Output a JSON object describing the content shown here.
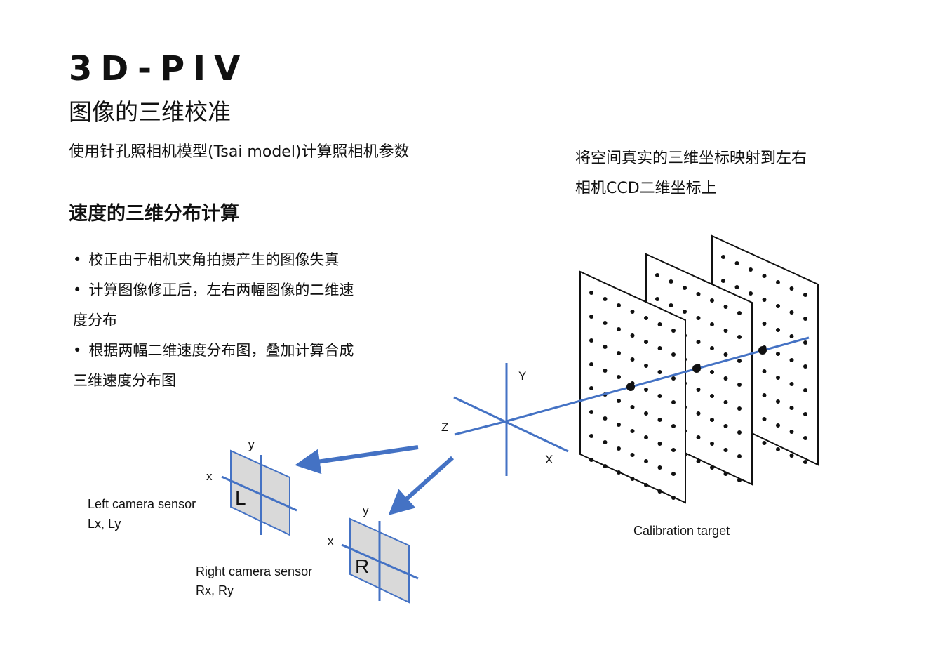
{
  "header": {
    "title": "3D-PIV",
    "subtitle": "图像的三维校准",
    "intro": "使用针孔照相机模型(Tsai model)计算照相机参数"
  },
  "mapping": {
    "line1": "将空间真实的三维坐标映射到左右",
    "line2": "相机CCD二维坐标上"
  },
  "section": {
    "heading": "速度的三维分布计算",
    "bullets": [
      "校正由于相机夹角拍摄产生的图像失真",
      "计算图像修正后，左右两幅图像的二维速度分布",
      "根据两幅二维速度分布图，叠加计算合成三维速度分布图"
    ]
  },
  "diagram": {
    "axes": {
      "x": "X",
      "y": "Y",
      "z": "Z"
    },
    "calibration_label": "Calibration target",
    "left_sensor": {
      "letter": "L",
      "axis_x": "x",
      "axis_y": "y",
      "name": "Left camera sensor",
      "coords": "Lx, Ly"
    },
    "right_sensor": {
      "letter": "R",
      "axis_x": "x",
      "axis_y": "y",
      "name": "Right camera sensor",
      "coords": "Rx, Ry"
    },
    "colors": {
      "accent": "#4472c4",
      "sensor_fill": "#d9d9d9",
      "ink": "#111111"
    }
  }
}
